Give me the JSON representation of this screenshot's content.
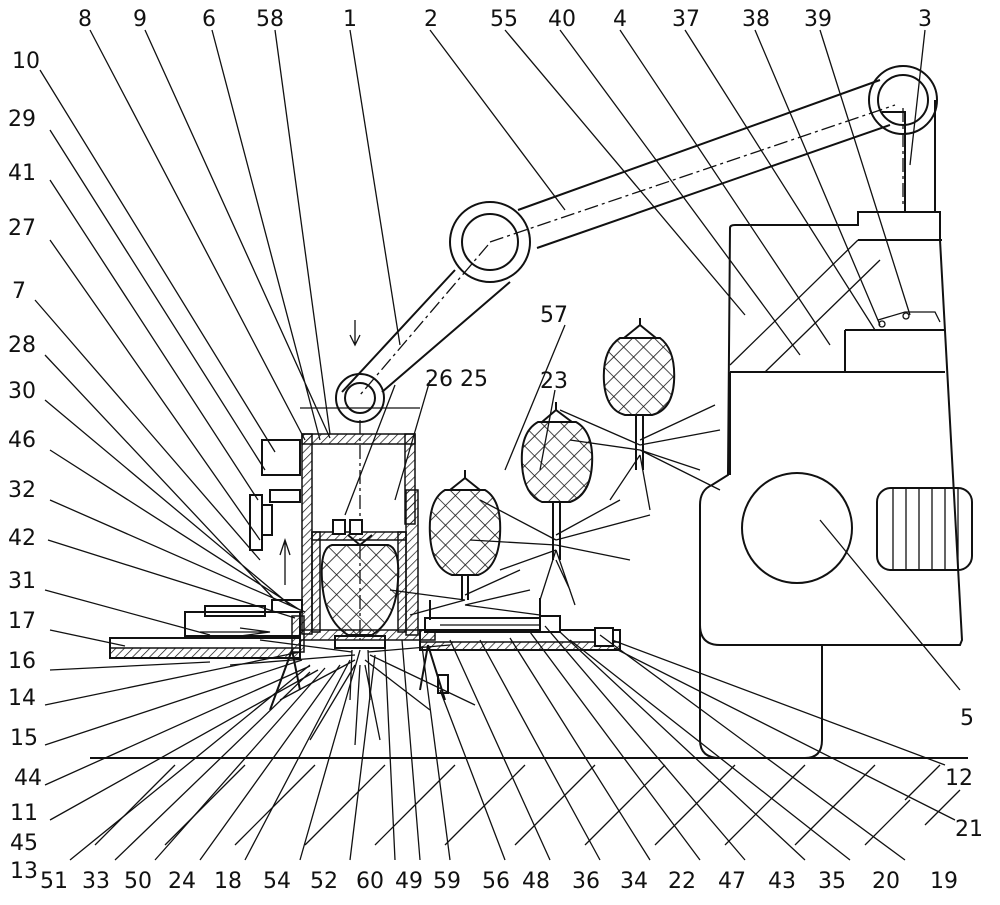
{
  "diagram": {
    "type": "patent-mechanical-drawing",
    "subject": "pineapple harvesting machine",
    "labels": {
      "top": [
        "8",
        "9",
        "6",
        "58",
        "1",
        "2",
        "55",
        "40",
        "4",
        "37",
        "38",
        "39",
        "3"
      ],
      "left": [
        "10",
        "29",
        "41",
        "27",
        "7",
        "28",
        "30",
        "46",
        "32",
        "42",
        "31",
        "17",
        "16",
        "14",
        "15",
        "44",
        "11",
        "45",
        "13"
      ],
      "bottom": [
        "51",
        "33",
        "50",
        "24",
        "18",
        "54",
        "52",
        "60",
        "49",
        "59",
        "56",
        "48",
        "36",
        "34",
        "22",
        "47",
        "43",
        "35",
        "20",
        "19"
      ],
      "right": [
        "5",
        "12",
        "21"
      ],
      "inner": [
        "26",
        "25",
        "57",
        "23"
      ]
    }
  }
}
